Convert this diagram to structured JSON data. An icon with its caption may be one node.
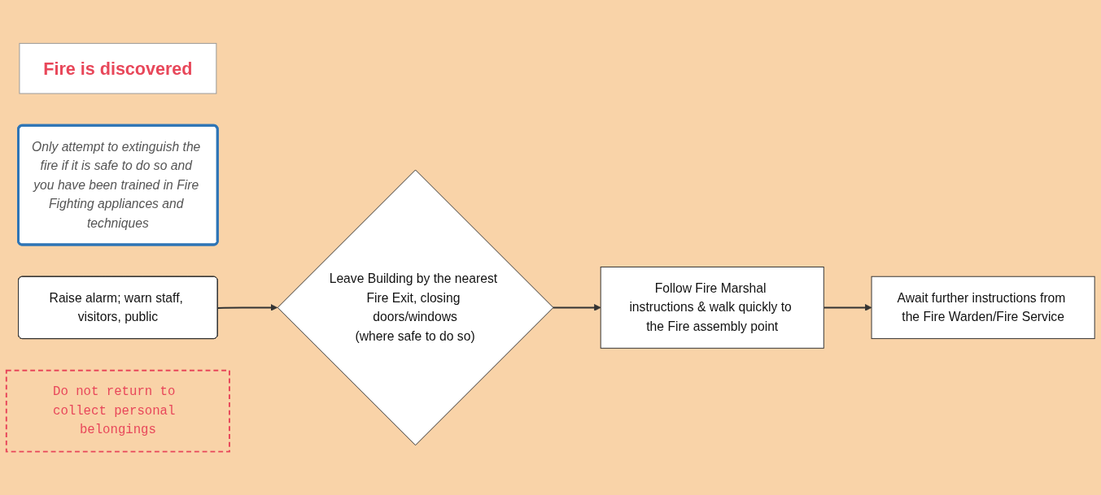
{
  "diagram": {
    "nodes": [
      {
        "text": [
          "Fire is discovered"
        ]
      },
      {
        "text": [
          "Only attempt to extinguish the fire if it is safe to do so and you have been trained in Fire Fighting appliances and techniques"
        ]
      },
      {
        "text": [
          "Raise alarm; warn staff, visitors, public"
        ]
      },
      {
        "text": [
          "Do not return to collect personal belongings"
        ]
      },
      {
        "text": [
          "Leave Building by the nearest Fire Exit, closing doors/windows",
          "(where safe to do so)"
        ]
      },
      {
        "text": [
          "Follow Fire Marshal instructions & walk quickly to the Fire assembly point"
        ]
      },
      {
        "text": [
          "Await further instructions from the Fire Warden/Fire Service"
        ]
      }
    ],
    "edges": [
      {
        "from": 2,
        "to": 4,
        "arrow": "to"
      },
      {
        "from": 4,
        "to": 5,
        "arrow": "to"
      },
      {
        "from": 5,
        "to": 6,
        "arrow": "to"
      }
    ]
  }
}
